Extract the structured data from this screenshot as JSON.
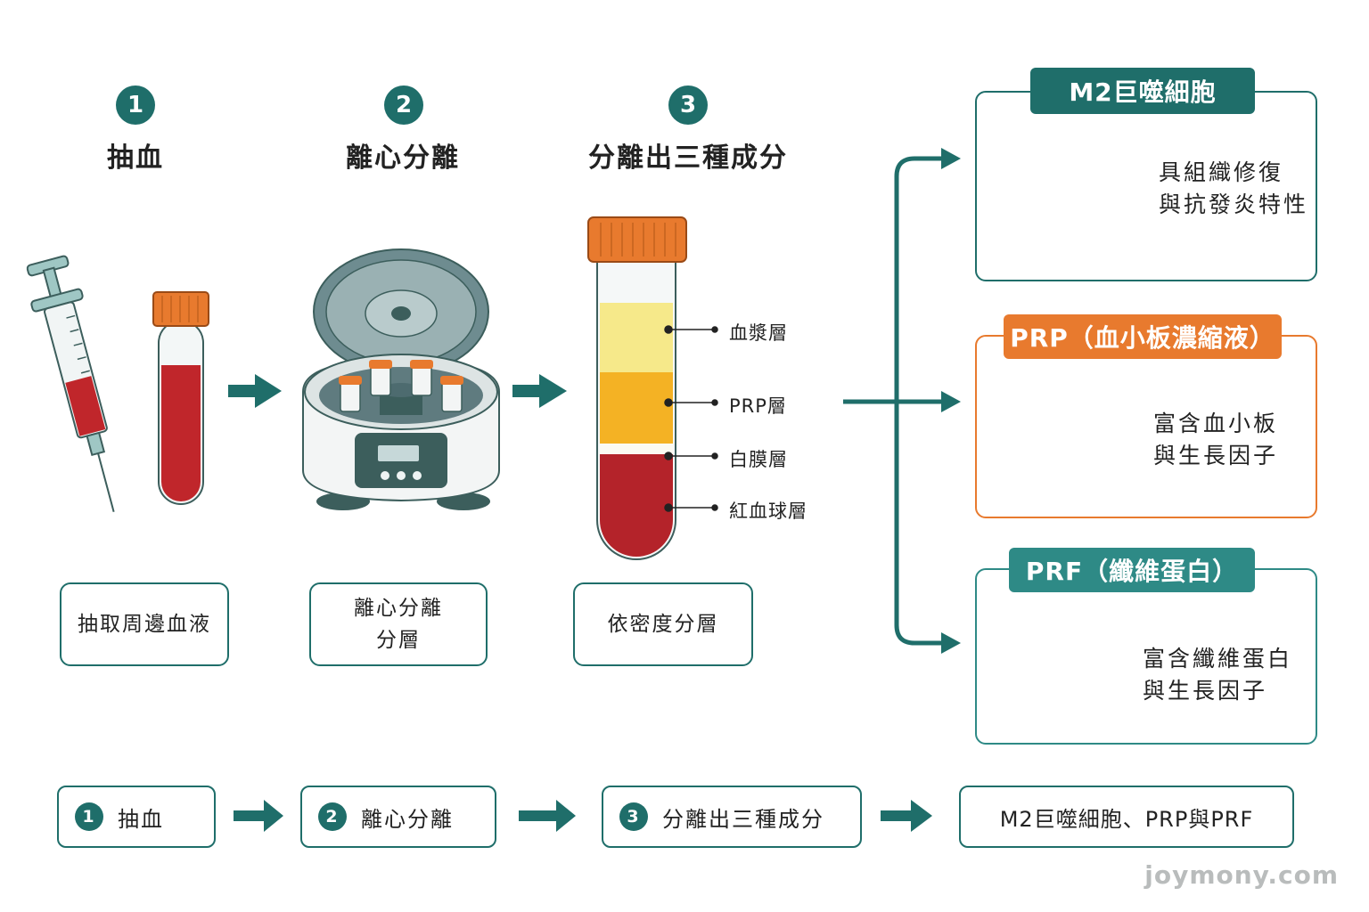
{
  "steps": [
    {
      "number": "1",
      "title": "抽血",
      "description": "抽取周邊血液"
    },
    {
      "number": "2",
      "title": "離心分離",
      "description": "離心分離\n分層"
    },
    {
      "number": "3",
      "title": "分離出三種成分",
      "description": "依密度分層"
    }
  ],
  "layers": [
    "血漿層",
    "PRP層",
    "白膜層",
    "紅血球層"
  ],
  "outputs": [
    {
      "title": "M2巨噬細胞",
      "text": "具組織修復\n與抗發炎特性",
      "color": "#1f6e6a"
    },
    {
      "title": "PRP（血小板濃縮液）",
      "text": "富含血小板\n與生長因子",
      "color": "#e87a2e"
    },
    {
      "title": "PRF（纖維蛋白）",
      "text": "富含纖維蛋白\n與生長因子",
      "color": "#2e8a86"
    }
  ],
  "flow": [
    {
      "number": "1",
      "label": "抽血"
    },
    {
      "number": "2",
      "label": "離心分離"
    },
    {
      "number": "3",
      "label": "分離出三種成分"
    },
    {
      "label": "M2巨噬細胞、PRP與PRF"
    }
  ],
  "watermark": "joymony.com",
  "colors": {
    "teal": "#1f6e6a",
    "orange": "#e87a2e",
    "blood": "#c0262b",
    "plasma": "#f6e98a",
    "prp": "#f4b224"
  }
}
